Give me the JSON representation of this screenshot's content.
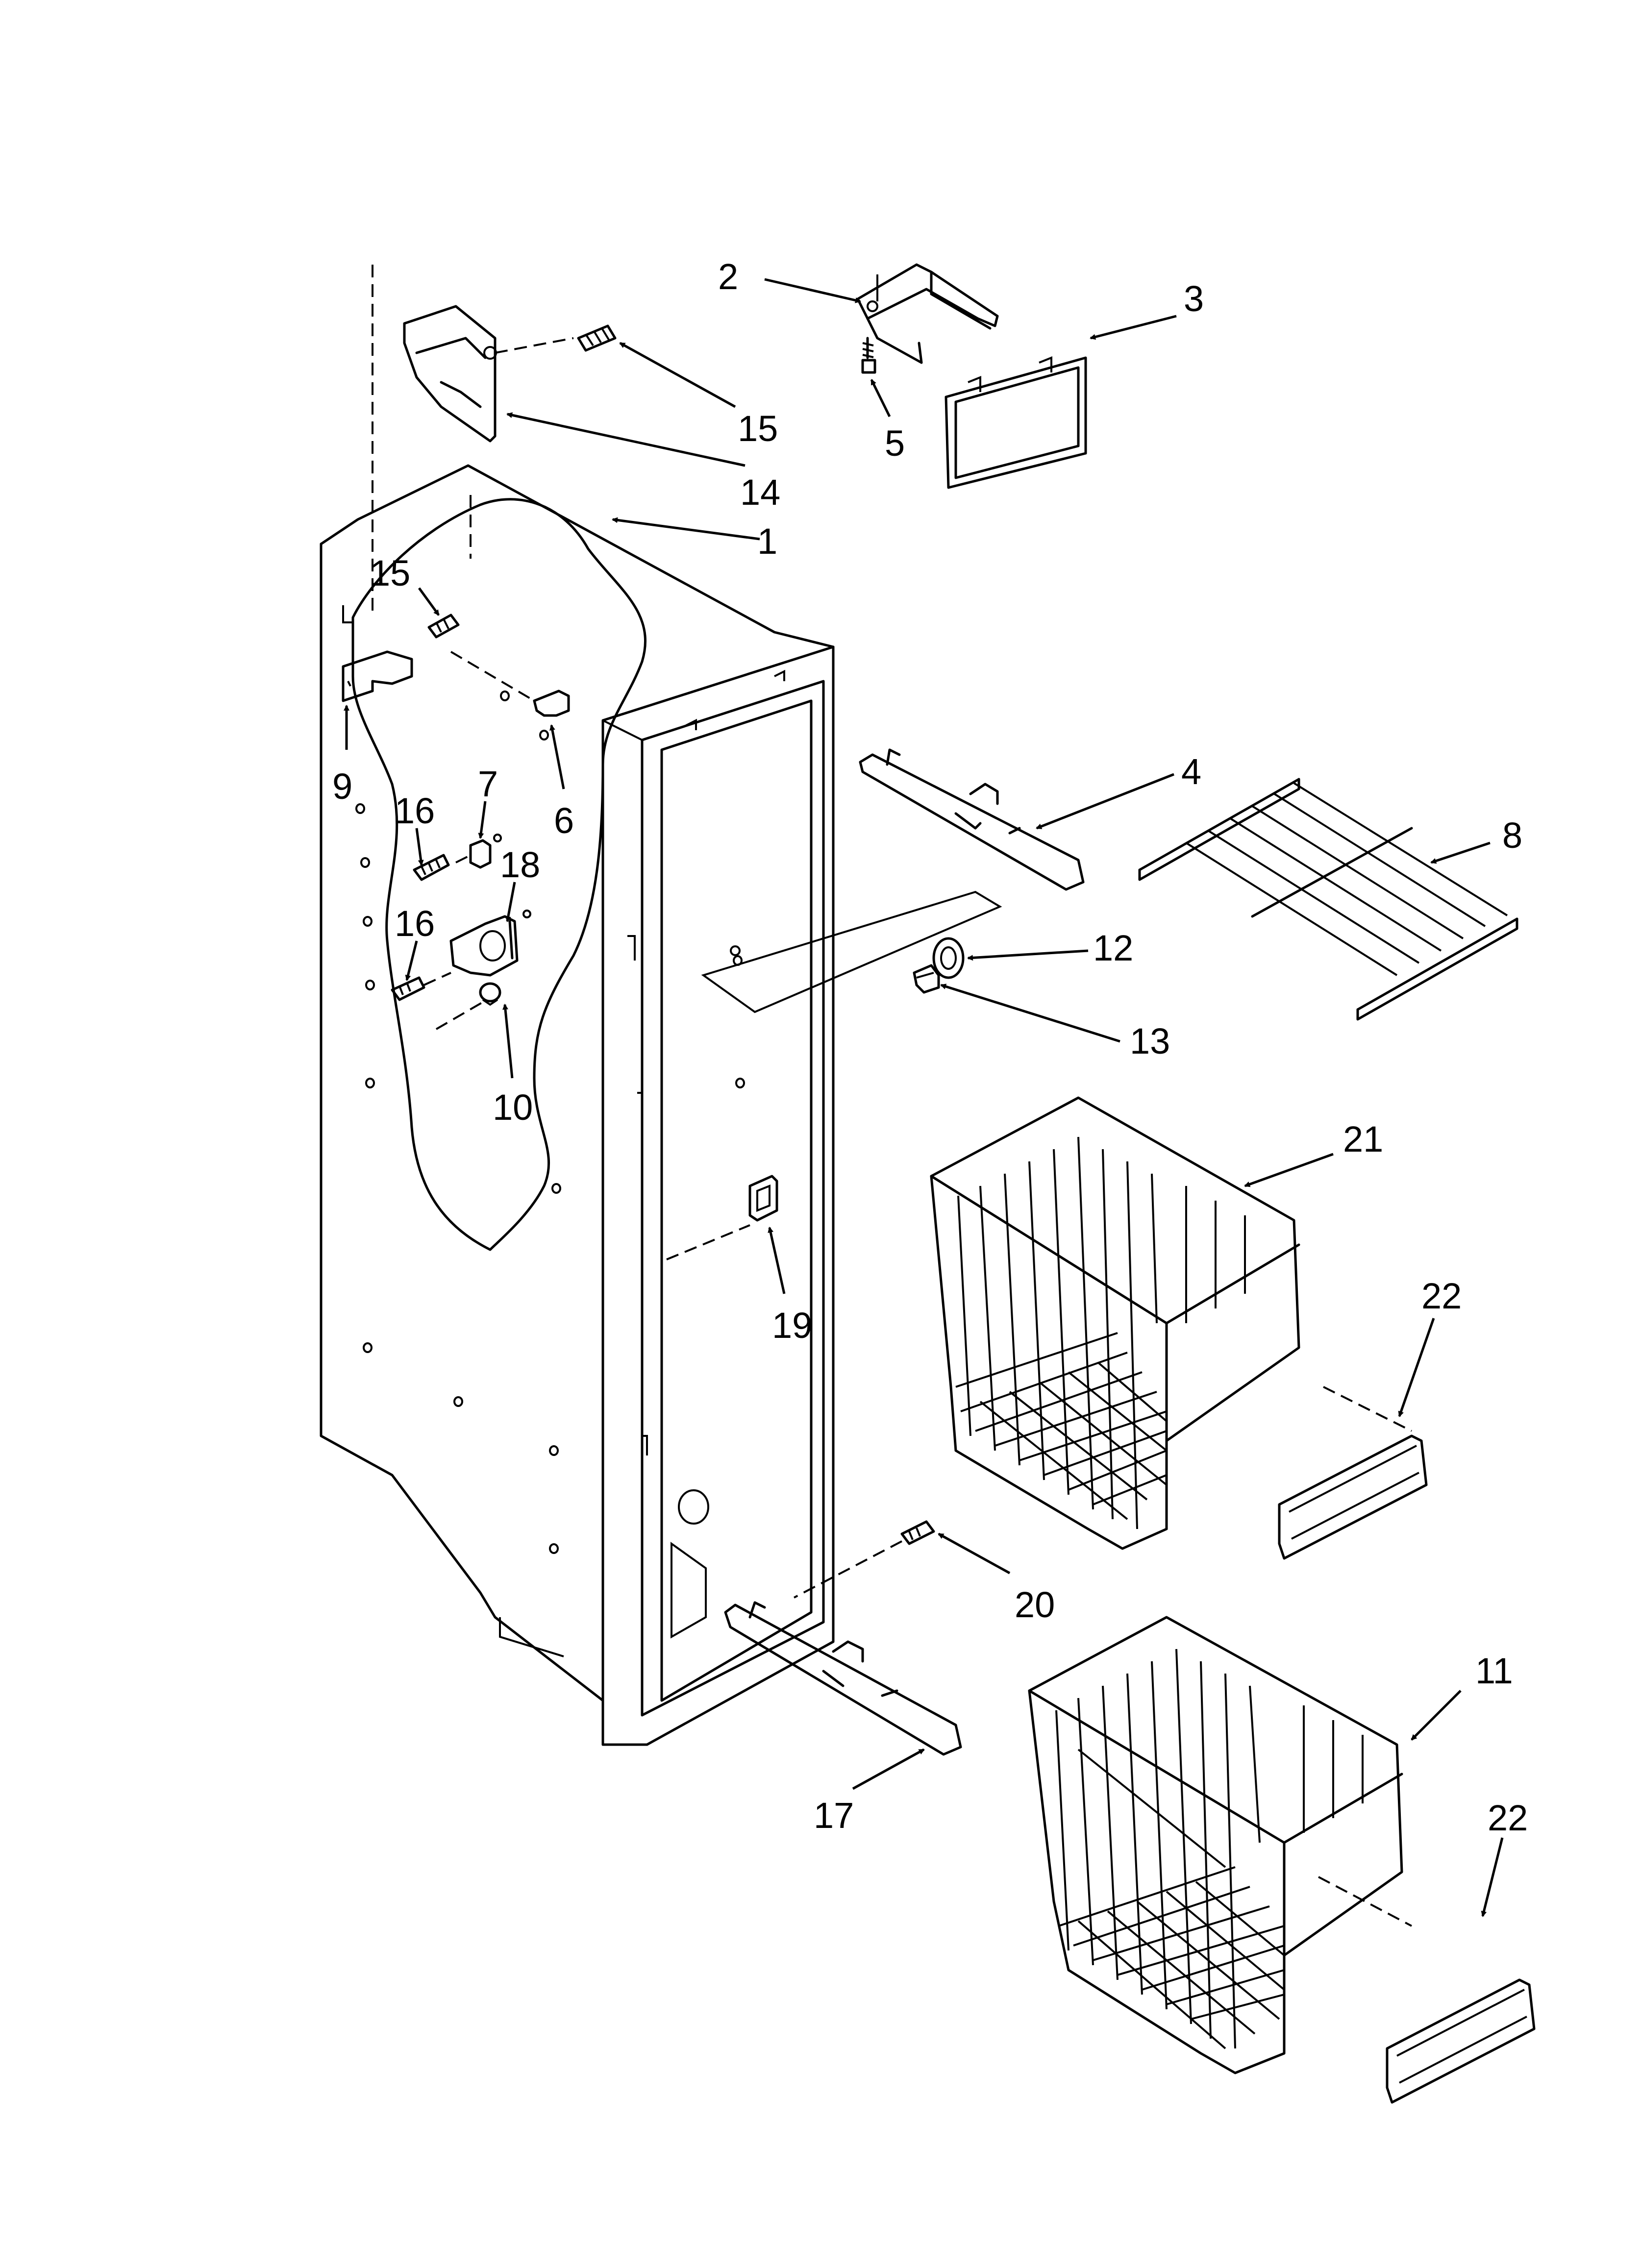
{
  "diagram": {
    "callouts": [
      "1",
      "2",
      "3",
      "4",
      "5",
      "6",
      "7",
      "8",
      "9",
      "10",
      "11",
      "12",
      "13",
      "14",
      "15",
      "15",
      "16",
      "16",
      "17",
      "18",
      "19",
      "20",
      "21",
      "22",
      "22"
    ]
  }
}
